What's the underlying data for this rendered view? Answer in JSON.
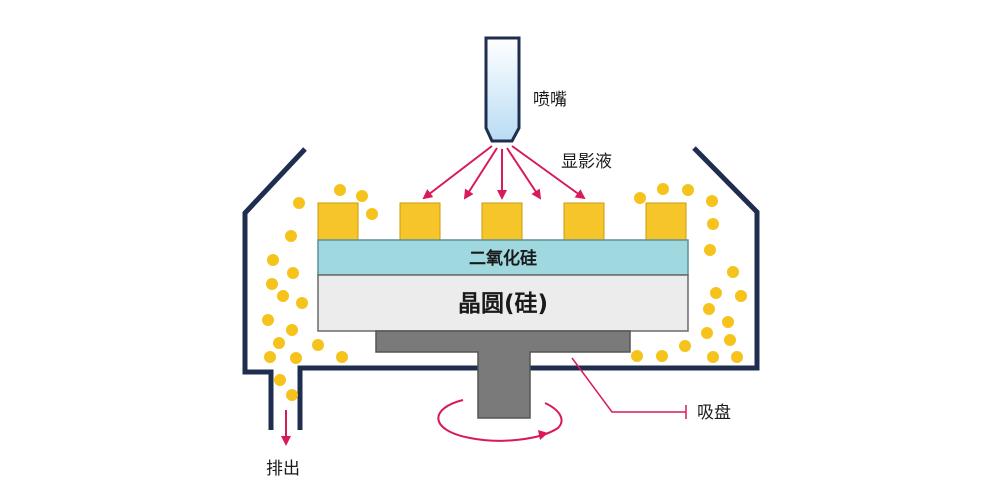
{
  "labels": {
    "nozzle": "喷嘴",
    "developer": "显影液",
    "oxide": "二氧化硅",
    "wafer": "晶圆(硅)",
    "chuck": "吸盘",
    "drain": "排出"
  },
  "colors": {
    "chamber_wall": "#1f2d4f",
    "oxide_layer": "#9fd8de",
    "wafer": "#ececec",
    "chuck": "#7a7a7a",
    "resist_block": "#f6c52a",
    "droplet": "#f6c21c",
    "arrow": "#d8195a",
    "nozzle": "#cde8f8"
  }
}
